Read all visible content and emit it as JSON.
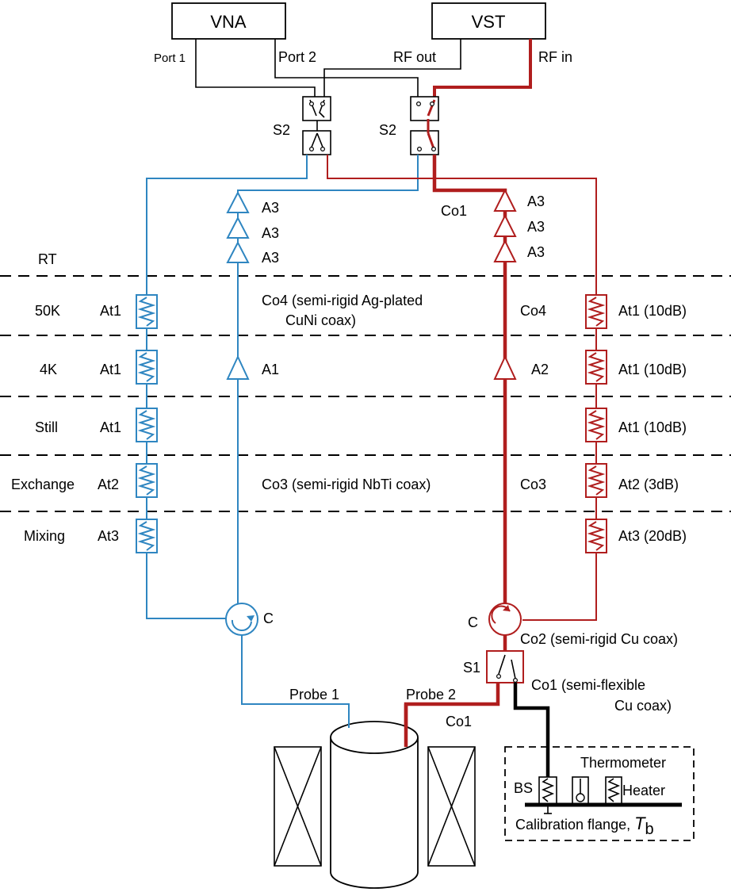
{
  "instruments": {
    "vna": "VNA",
    "vst": "VST",
    "vna_port1": "Port 1",
    "vna_port2": "Port 2",
    "vst_rf_out": "RF out",
    "vst_rf_in": "RF in"
  },
  "switches": {
    "s2_left": "S2",
    "s2_right": "S2",
    "s1": "S1"
  },
  "stages": {
    "rt": "RT",
    "k50": "50K",
    "k4": "4K",
    "still": "Still",
    "exchange": "Exchange",
    "mixing": "Mixing"
  },
  "left_chain": {
    "at_50k": "At1",
    "at_4k": "At1",
    "at_still": "At1",
    "at_exchange": "At2",
    "at_mixing": "At3",
    "a3_1": "A3",
    "a3_2": "A3",
    "a3_3": "A3",
    "a1": "A1",
    "circulator": "C",
    "probe": "Probe 1"
  },
  "right_chain": {
    "a3_1": "A3",
    "a3_2": "A3",
    "a3_3": "A3",
    "a2": "A2",
    "co1_top": "Co1",
    "co4": "Co4",
    "co3": "Co3",
    "at_50k": "At1 (10dB)",
    "at_4k": "At1 (10dB)",
    "at_still": "At1 (10dB)",
    "at_exchange": "At2 (3dB)",
    "at_mixing": "At3 (20dB)",
    "circulator": "C",
    "co2": "Co2 (semi-rigid Cu coax)",
    "co1_line1": "Co1 (semi-flexible",
    "co1_line2": "Cu coax)",
    "probe": "Probe 2",
    "co1_bottom": "Co1"
  },
  "cables": {
    "co4_line1": "Co4 (semi-rigid Ag-plated",
    "co4_line2": "CuNi coax)",
    "co3": "Co3 (semi-rigid NbTi coax)"
  },
  "calibration": {
    "thermometer": "Thermometer",
    "bs": "BS",
    "heater": "Heater",
    "flange": "Calibration flange, ",
    "tb_symbol": "T",
    "tb_sub": "b"
  },
  "colors": {
    "blue_line": "#2f86c1",
    "red_line": "#b01e1e"
  }
}
